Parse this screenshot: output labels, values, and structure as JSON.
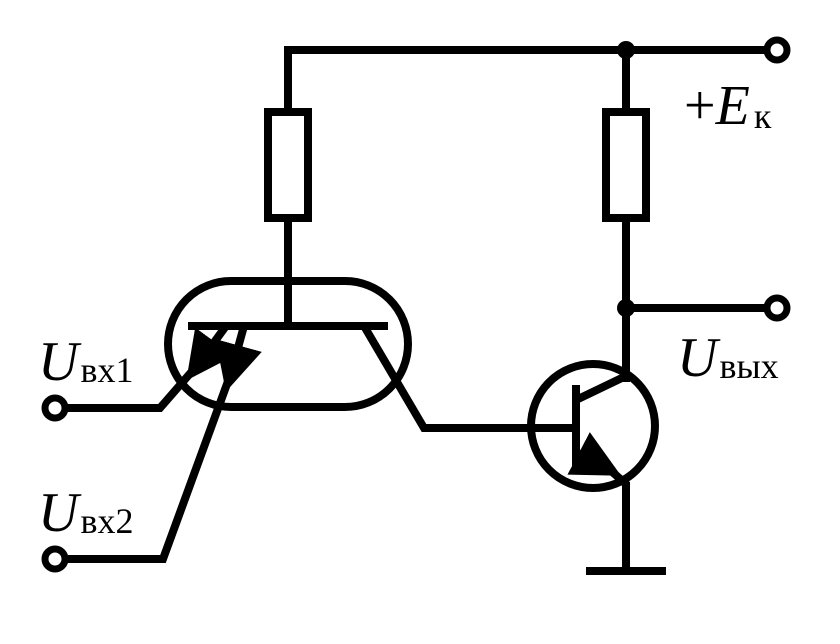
{
  "labels": {
    "supply": {
      "sign": "+",
      "symbol": "E",
      "subscript": "к"
    },
    "input1": {
      "symbol": "U",
      "subscript": "вх1"
    },
    "input2": {
      "symbol": "U",
      "subscript": "вх2"
    },
    "output": {
      "symbol": "U",
      "subscript": "вых"
    }
  },
  "components": [
    "resistor-r1",
    "resistor-r2",
    "multi-emitter-transistor",
    "output-transistor",
    "ground"
  ]
}
